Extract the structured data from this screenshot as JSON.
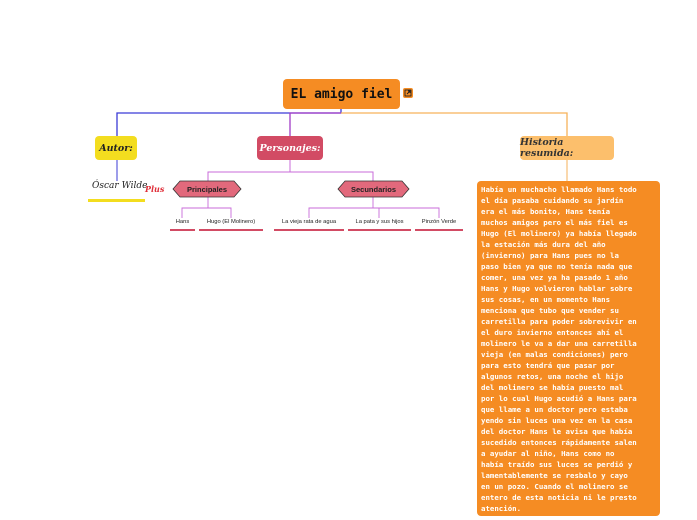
{
  "map": {
    "root": "EL amigo fiel",
    "autor": {
      "label": "Autor:",
      "name": "Óscar Wilde",
      "plus": "Plus"
    },
    "personajes": {
      "label": "Personajes:",
      "principales": {
        "label": "Principales",
        "items": [
          "Hans",
          "Hugo (El Molinero)"
        ]
      },
      "secundarios": {
        "label": "Secundarios",
        "items": [
          "La vieja rata de agua",
          "La pata y sus hijos",
          "Pinzón Verde"
        ]
      }
    },
    "historia": {
      "label": "Historia resumida:",
      "text": "Había un muchacho llamado Hans todo\nel día pasaba cuidando su jardín\nera el más bonito, Hans tenía\nmuchos amigos pero el más fiel es\nHugo (El molinero) ya había llegado\nla estación más dura del año\n(invierno) para Hans pues no la\npaso bien ya que no tenía nada que\ncomer, una vez ya ha pasado 1 año\nHans y Hugo volvieron hablar sobre\nsus cosas, en un momento Hans\nmenciona que tubo que vender su\ncarretilla para poder sobrevivir en\nel duro invierno entonces ahí el\nmolinero le va a dar una carretilla\nvieja (en malas condiciones) pero\npara esto tendrá que pasar por\nalgunos retos, una noche el hijo\ndel molinero se había puesto mal\npor lo cual Hugo acudió a Hans para\nque llame a un doctor pero estaba\nyendo sin luces una vez en la casa\ndel doctor Hans le avisa que había\nsucedido entonces rápidamente salen\na ayudar al niño, Hans como no\nhabía traído sus luces se perdió y\nlamentablemente se resbalo y cayo\nen un pozo. Cuando el molinero se\nentero de esta noticia ni le presto\natención."
    }
  },
  "colors": {
    "root": "#f58c23",
    "autor": "#f3dd1f",
    "personajes": "#d24b64",
    "historia": "#fcbf6c",
    "branch_autor": "#3b3bd6",
    "branch_personajes": "#a23cc6",
    "branch_historia": "#f6b25b",
    "sub_branch": "#c86bd9"
  },
  "icons": {
    "root_link": "link-icon"
  }
}
